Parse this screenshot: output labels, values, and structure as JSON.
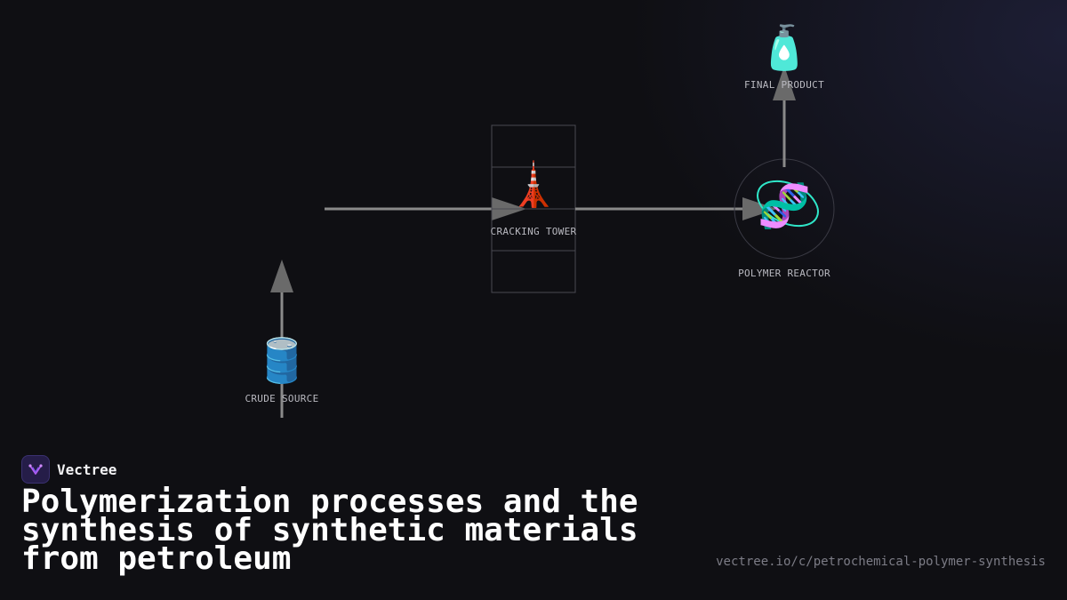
{
  "brand": {
    "name": "Vectree",
    "logo_icon": "vectree-logo-icon",
    "accent": "#b15cf0"
  },
  "title": "Polymerization processes and the synthesis of synthetic materials from petroleum",
  "url": "vectree.io/c/petrochemical-polymer-synthesis",
  "diagram": {
    "nodes": [
      {
        "id": "crude",
        "label": "CRUDE SOURCE",
        "icon": "oil-barrel-icon",
        "glyph": "🛢️"
      },
      {
        "id": "tower",
        "label": "CRACKING TOWER",
        "icon": "tower-icon",
        "glyph": "🗼"
      },
      {
        "id": "reactor",
        "label": "POLYMER REACTOR",
        "icon": "dna-icon",
        "glyph": "🧬"
      },
      {
        "id": "product",
        "label": "FINAL PRODUCT",
        "icon": "lotion-bottle-icon",
        "glyph": "🧴"
      }
    ],
    "edges": [
      {
        "from": "crude",
        "to": "tower"
      },
      {
        "from": "tower",
        "to": "reactor"
      },
      {
        "from": "reactor",
        "to": "product"
      }
    ],
    "colors": {
      "edge": "#8a8a8a",
      "arrowhead": "#6a6a6a",
      "frame": "#4a4a52",
      "orbit": "#2fe6c8"
    }
  }
}
